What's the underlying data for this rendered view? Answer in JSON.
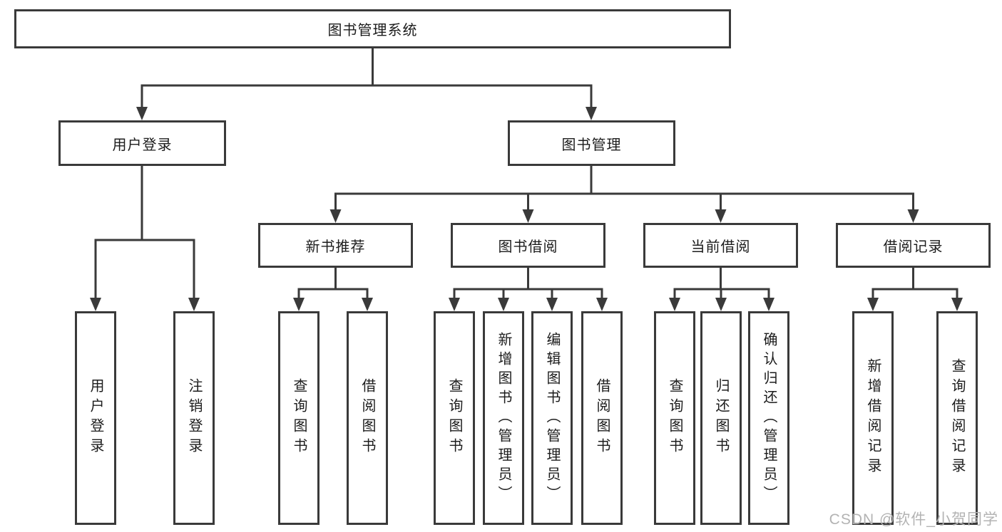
{
  "diagram": {
    "root": {
      "label": "图书管理系统"
    },
    "level1": [
      {
        "label": "用户登录"
      },
      {
        "label": "图书管理"
      }
    ],
    "level2": [
      {
        "label": "新书推荐"
      },
      {
        "label": "图书借阅"
      },
      {
        "label": "当前借阅"
      },
      {
        "label": "借阅记录"
      }
    ],
    "level3": {
      "user_login": [
        {
          "label": "用户登录"
        },
        {
          "label": "注销登录"
        }
      ],
      "new_book_recommend": [
        {
          "label": "查询图书"
        },
        {
          "label": "借阅图书"
        }
      ],
      "book_borrowing": [
        {
          "label": "查询图书"
        },
        {
          "label": "新增图书（管理员）"
        },
        {
          "label": "编辑图书（管理员）"
        },
        {
          "label": "借阅图书"
        }
      ],
      "current_borrowing": [
        {
          "label": "查询图书"
        },
        {
          "label": "归还图书"
        },
        {
          "label": "确认归还（管理员）"
        }
      ],
      "borrowing_records": [
        {
          "label": "新增借阅记录"
        },
        {
          "label": "查询借阅记录"
        }
      ]
    }
  },
  "watermark": {
    "text": "CSDN @软件_小贺同学"
  },
  "colors": {
    "line": "#3a3a3a",
    "text": "#1c1c1c",
    "watermark": "#b3b3b3",
    "background": "#ffffff"
  }
}
